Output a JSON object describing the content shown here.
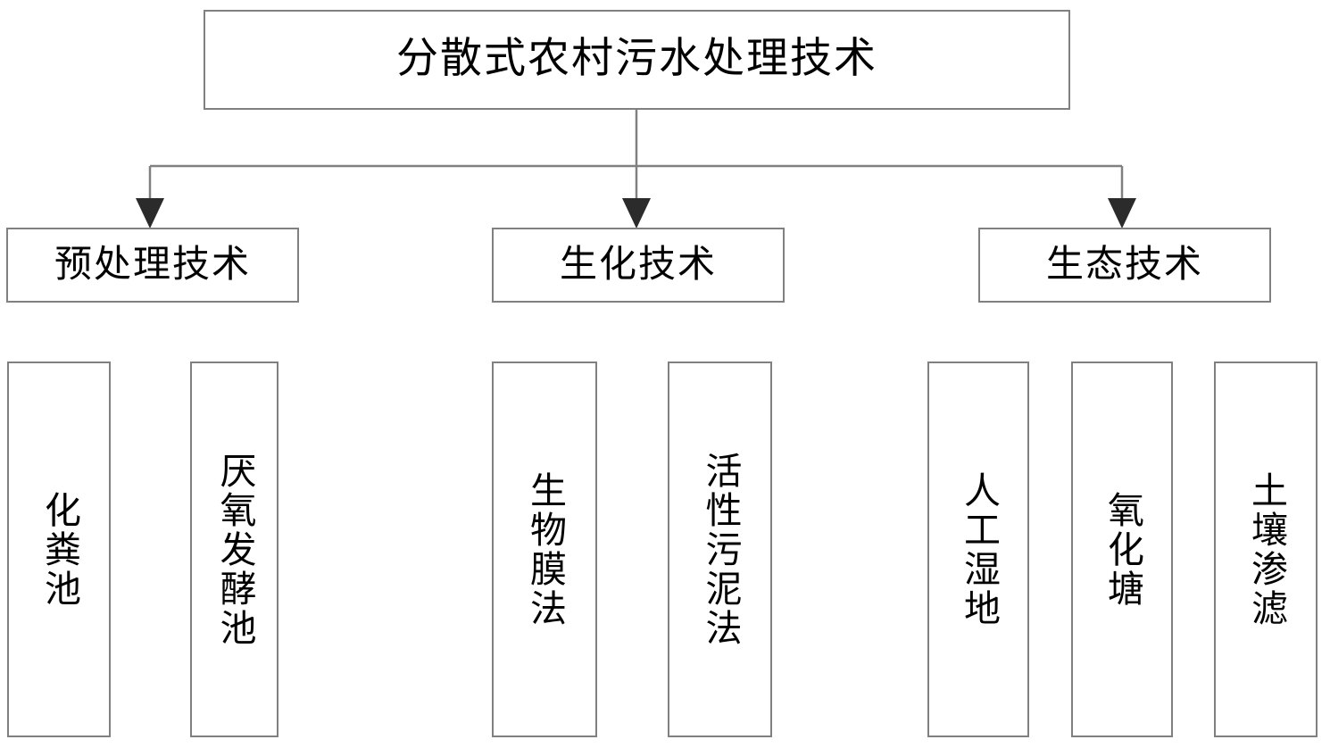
{
  "diagram": {
    "title": "分散式农村污水处理技术",
    "type": "tree-hierarchy",
    "orientation": "top-down",
    "colors": {
      "box_border": "#808080",
      "box_fill": "#ffffff",
      "connector": "#808080",
      "arrow_head": "#2b2b2b",
      "text": "#000000",
      "background": "#ffffff"
    },
    "root": {
      "label": "分散式农村污水处理技术"
    },
    "branches": [
      {
        "label": "预处理技术",
        "children": [
          {
            "label": "化粪池"
          },
          {
            "label": "厌氧发酵池"
          }
        ]
      },
      {
        "label": "生化技术",
        "children": [
          {
            "label": "生物膜法"
          },
          {
            "label": "活性污泥法"
          }
        ]
      },
      {
        "label": "生态技术",
        "children": [
          {
            "label": "人工湿地"
          },
          {
            "label": "氧化塘"
          },
          {
            "label": "土壤渗滤"
          }
        ]
      }
    ]
  }
}
